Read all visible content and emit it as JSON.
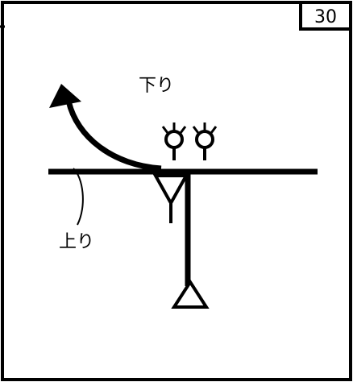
{
  "page_number": "30",
  "labels": {
    "down": "下り",
    "up": "上り"
  },
  "colors": {
    "ink": "#000000",
    "paper": "#ffffff"
  },
  "icons": {
    "turnout": "turnout-y-symbol",
    "signal_heads": "signal-lamp-pair",
    "buffer": "triangle-buffer-stop",
    "direction": "curved-arrow"
  }
}
